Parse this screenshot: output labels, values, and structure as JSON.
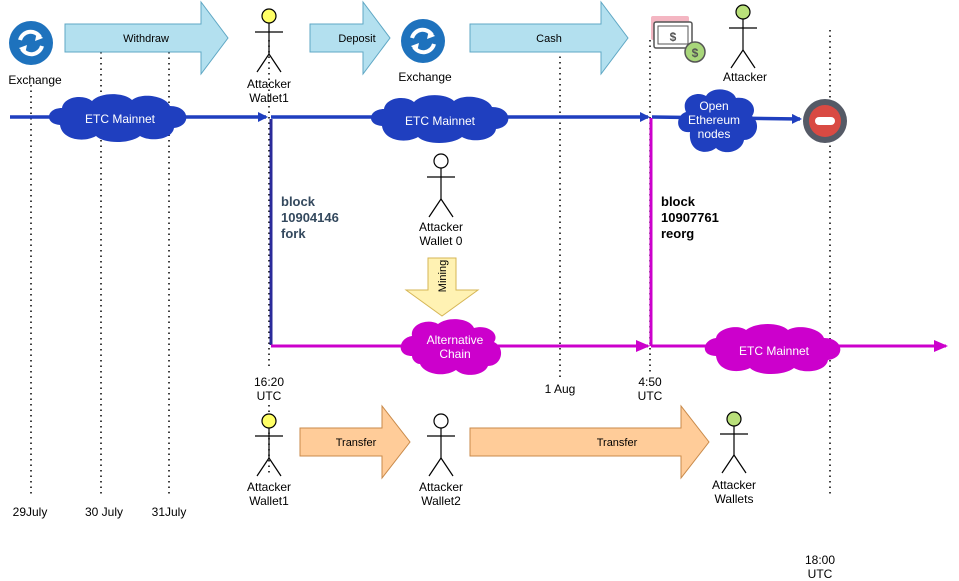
{
  "top_row": {
    "exchange_left": "Exchange",
    "withdraw": "Withdraw",
    "attacker_wallet1_line1": "Attacker",
    "attacker_wallet1_line2": "Wallet1",
    "deposit": "Deposit",
    "exchange_mid": "Exchange",
    "cash": "Cash",
    "attacker_right": "Attacker"
  },
  "mainnet": {
    "cloud_left": "ETC Mainnet",
    "cloud_mid": "ETC Mainnet",
    "open_nodes_line1": "Open",
    "open_nodes_line2": "Ethereum",
    "open_nodes_line3": "nodes"
  },
  "middle": {
    "fork_line1": "block",
    "fork_line2": "10904146",
    "fork_line3": "fork",
    "wallet0_line1": "Attacker",
    "wallet0_line2": "Wallet 0",
    "mining": "Mining",
    "reorg_line1": "block",
    "reorg_line2": "10907761",
    "reorg_line3": "reorg"
  },
  "alt_chain": {
    "cloud_alt_line1": "Alternative",
    "cloud_alt_line2": "Chain",
    "cloud_etc": "ETC Mainnet"
  },
  "times": {
    "t1620_line1": "16:20",
    "t1620_line2": "UTC",
    "aug1": "1 Aug",
    "t450_line1": "4:50",
    "t450_line2": "UTC",
    "t1800_line1": "18:00",
    "t1800_line2": "UTC",
    "d29": "29July",
    "d30": "30 July",
    "d31": "31July"
  },
  "bottom_row": {
    "wallet1_line1": "Attacker",
    "wallet1_line2": "Wallet1",
    "transfer1": "Transfer",
    "wallet2_line1": "Attacker",
    "wallet2_line2": "Wallet2",
    "transfer2": "Transfer",
    "wallets_line1": "Attacker",
    "wallets_line2": "Wallets"
  },
  "colors": {
    "blue_chain": "#1f3fbf",
    "magenta_chain": "#cc00cc",
    "arrow_blue_fill": "#b3e0ef",
    "arrow_orange_fill": "#ffcc99",
    "mining_fill": "#fff2b3",
    "fork_text": "#34495e"
  }
}
